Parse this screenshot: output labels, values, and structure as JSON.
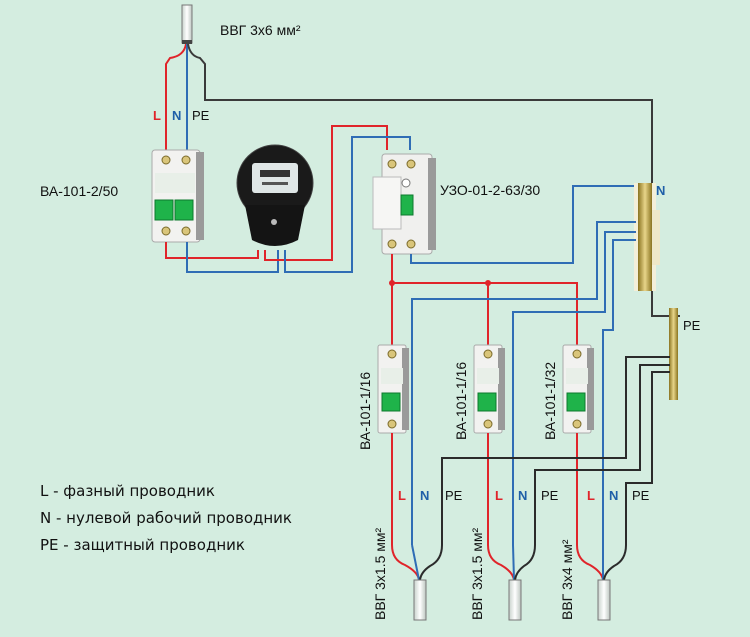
{
  "title": "Схема подключения однофазной электропроводки",
  "colors": {
    "background": "#d4ede0",
    "phase": "#e0242a",
    "neutral": "#2f6db5",
    "protective": "#2b2b2b"
  },
  "input_cable": {
    "label": "ВВГ 3х6 мм²"
  },
  "wire_labels": {
    "L": "L",
    "N": "N",
    "PE": "PE"
  },
  "components": {
    "main_breaker": {
      "label": "ВА-101-2/50"
    },
    "meter": {
      "label": ""
    },
    "rcd": {
      "label": "УЗО-01-2-63/30"
    },
    "neutral_bus": {
      "label": "N"
    },
    "pe_bus": {
      "label": "PE"
    }
  },
  "branches": [
    {
      "breaker": "ВА-101-1/16",
      "cable": "ВВГ 3х1.5 мм²"
    },
    {
      "breaker": "ВА-101-1/16",
      "cable": "ВВГ 3х1.5 мм²"
    },
    {
      "breaker": "ВА-101-1/32",
      "cable": "ВВГ 3х4 мм²"
    }
  ],
  "legend": [
    "L - фазный проводник",
    "N - нулевой рабочий проводник",
    "PE - защитный проводник"
  ]
}
